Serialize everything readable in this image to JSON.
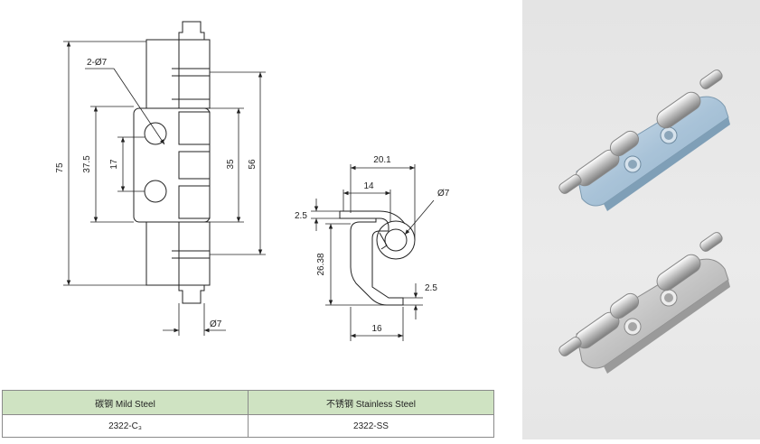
{
  "drawing": {
    "front_view": {
      "overall_height": "75",
      "outer_height": "56",
      "plate_height": "37.5",
      "inner_height": "35",
      "hole_spacing": "17",
      "holes": "2-Ø7",
      "pin_diameter": "Ø7"
    },
    "side_view": {
      "width_total": "20.1",
      "width_top": "14",
      "height": "26.38",
      "thickness_top": "2.5",
      "thickness_bottom": "2.5",
      "width_bottom": "16",
      "hole_diameter": "Ø7"
    }
  },
  "photos": [
    {
      "name": "galvanized-hinge-photo",
      "finish": "blue-zinc",
      "color": "#b9cfe0"
    },
    {
      "name": "stainless-hinge-photo",
      "finish": "stainless",
      "color": "#cfcfcf"
    }
  ],
  "table": {
    "header_color": "#cfe3c2",
    "columns": [
      {
        "header": "碳钢 Mild Steel",
        "value": "2322-C₃"
      },
      {
        "header": "不锈钢 Stainless Steel",
        "value": "2322-SS"
      }
    ]
  }
}
